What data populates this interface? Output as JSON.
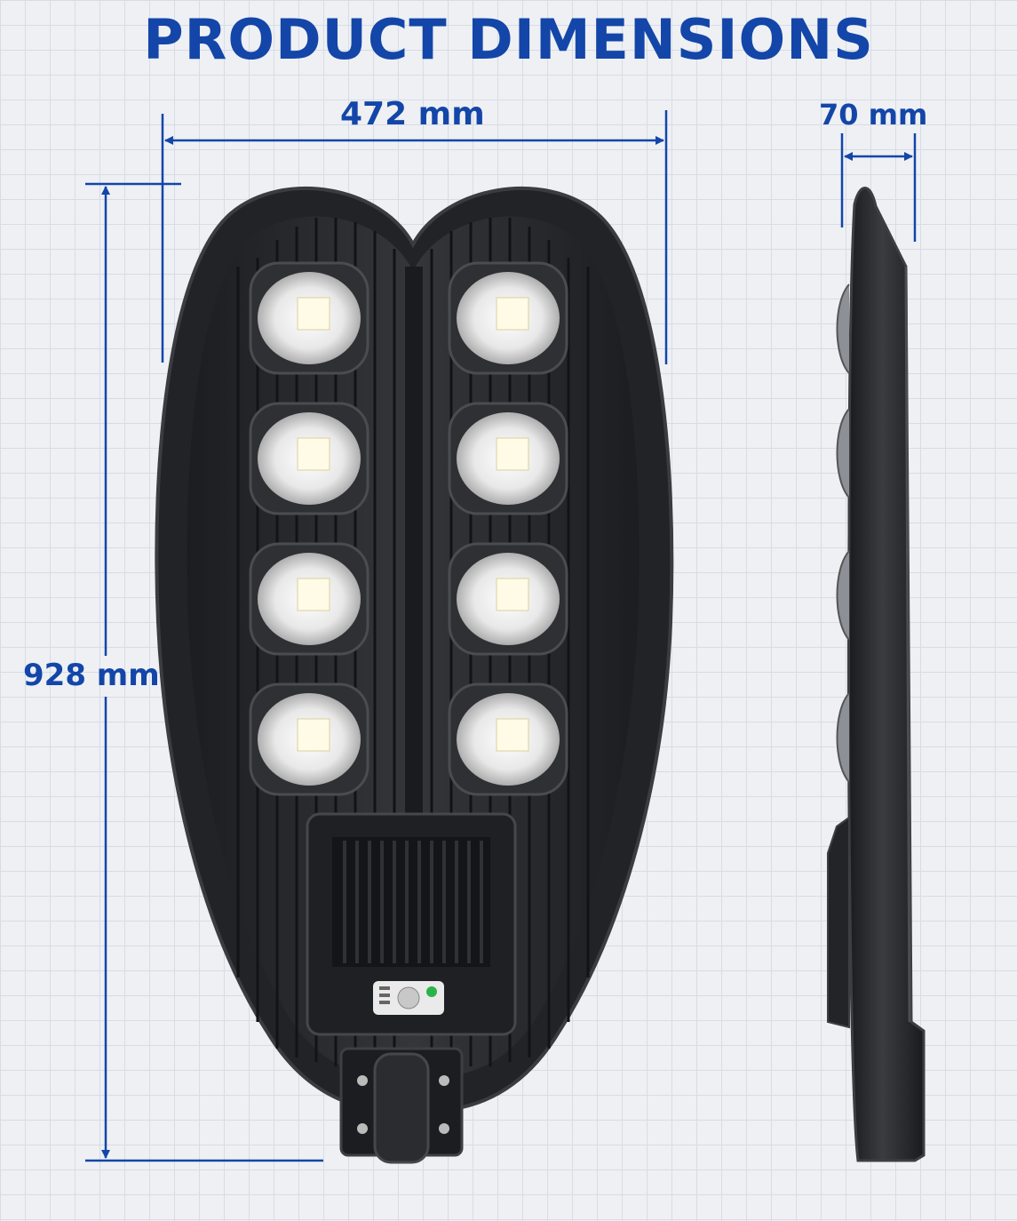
{
  "title": "PRODUCT DIMENSIONS",
  "dimensions": {
    "width": "472 mm",
    "depth": "70 mm",
    "height": "928 mm"
  },
  "led_modules": 8,
  "colors": {
    "accent": "#1346a8",
    "housing": "#2a2b2e",
    "led_chip": "#fffbe6"
  }
}
